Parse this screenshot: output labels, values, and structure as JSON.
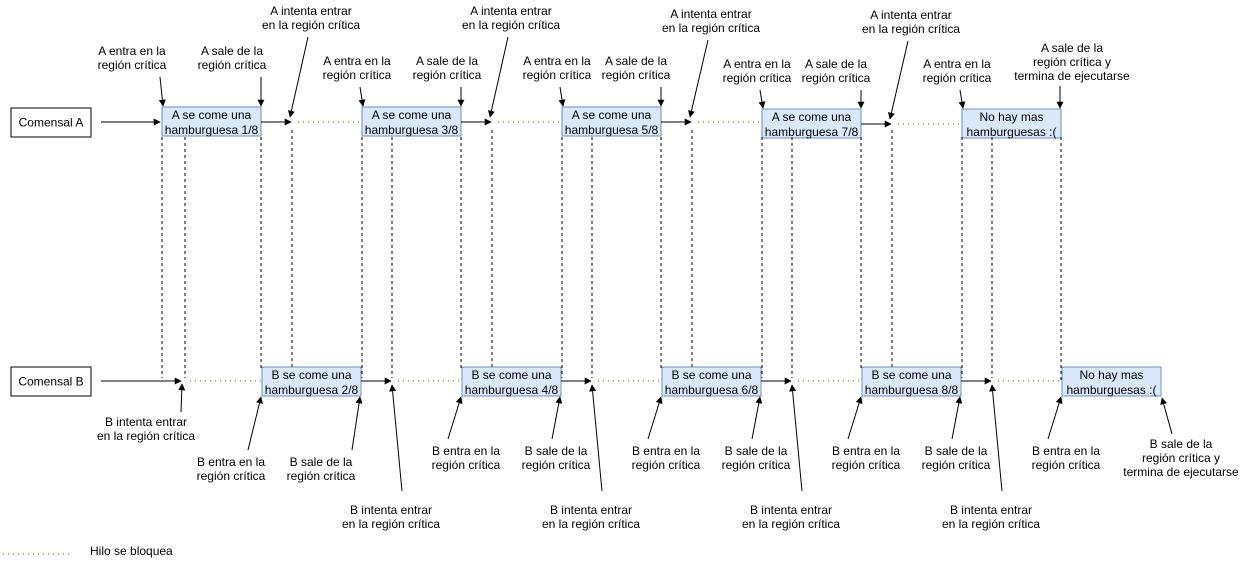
{
  "threads": {
    "a": "Comensal A",
    "b": "Comensal B"
  },
  "boxes_a": [
    [
      "A se come una",
      "hamburguesa 1/8"
    ],
    [
      "A se come una",
      "hamburguesa 3/8"
    ],
    [
      "A se come una",
      "hamburguesa 5/8"
    ],
    [
      "A se come una",
      "hamburguesa 7/8"
    ],
    [
      "No hay mas",
      "hamburguesas :("
    ]
  ],
  "boxes_b": [
    [
      "B se come una",
      "hamburguesa 2/8"
    ],
    [
      "B se come una",
      "hamburguesa 4/8"
    ],
    [
      "B se come una",
      "hamburguesa 6/8"
    ],
    [
      "B se come una",
      "hamburguesa 8/8"
    ],
    [
      "No hay mas",
      "hamburguesas :("
    ]
  ],
  "annotations": {
    "a_enters": [
      "A entra en la",
      "región crítica"
    ],
    "a_exits": [
      "A sale de la",
      "región crítica"
    ],
    "a_tries": [
      "A intenta entrar",
      "en la región crítica"
    ],
    "a_exits_final": [
      "A sale de la",
      "región crítica y",
      "termina de ejecutarse"
    ],
    "b_enters": [
      "B entra en la",
      "región crítica"
    ],
    "b_exits": [
      "B sale de la",
      "región crítica"
    ],
    "b_tries": [
      "B intenta entrar",
      "en la región crítica"
    ],
    "b_exits_final": [
      "B sale de la",
      "región crítica y",
      "termina de ejecutarse"
    ]
  },
  "legend": {
    "blocked": "Hilo se bloquea"
  },
  "colors": {
    "box_fill": "#dae8fc",
    "box_stroke": "#6c8ebf",
    "blocked_line": "#97b877",
    "line": "#000000"
  }
}
